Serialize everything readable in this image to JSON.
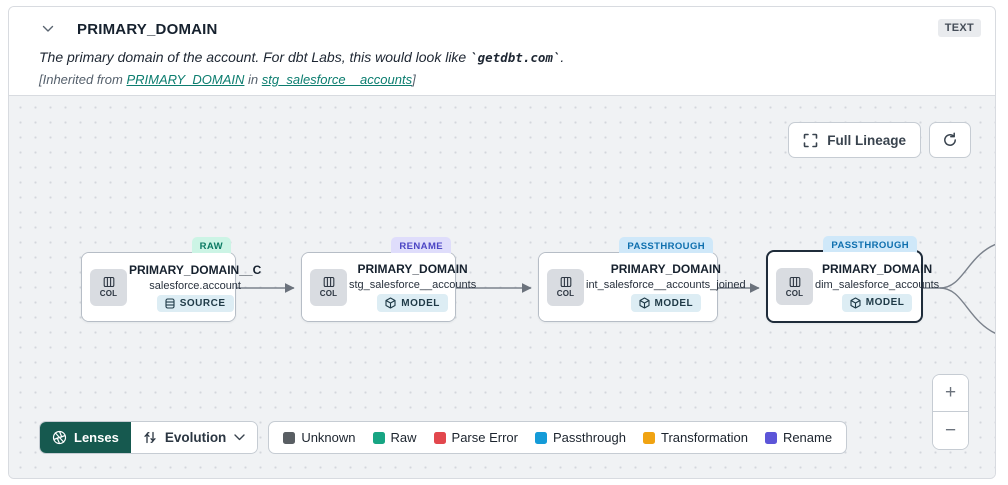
{
  "header": {
    "title": "PRIMARY_DOMAIN",
    "type_badge": "TEXT",
    "description_prefix": "The primary domain of the account. For dbt Labs, this would look like ",
    "description_code": "`getdbt.com`",
    "description_suffix": ".",
    "inherited_prefix": "[Inherited from ",
    "inherited_link_column": "PRIMARY_DOMAIN",
    "inherited_middle": " in ",
    "inherited_link_model": "stg_salesforce__accounts",
    "inherited_suffix": "]"
  },
  "toolbar": {
    "full_lineage_label": "Full Lineage"
  },
  "nodes": [
    {
      "title": "PRIMARY_DOMAIN__C",
      "subtitle": "salesforce.account",
      "resource_type": "SOURCE",
      "evolution": "RAW",
      "col_label": "COL",
      "selected": false
    },
    {
      "title": "PRIMARY_DOMAIN",
      "subtitle": "stg_salesforce__accounts",
      "resource_type": "MODEL",
      "evolution": "RENAME",
      "col_label": "COL",
      "selected": false
    },
    {
      "title": "PRIMARY_DOMAIN",
      "subtitle": "int_salesforce__accounts_joined",
      "resource_type": "MODEL",
      "evolution": "PASSTHROUGH",
      "col_label": "COL",
      "selected": false
    },
    {
      "title": "PRIMARY_DOMAIN",
      "subtitle": "dim_salesforce_accounts",
      "resource_type": "MODEL",
      "evolution": "PASSTHROUGH",
      "col_label": "COL",
      "selected": true
    }
  ],
  "evolution_colors": {
    "RAW": {
      "bg": "#ccf4e5",
      "text": "#0b7a63"
    },
    "RENAME": {
      "bg": "#dfddfb",
      "text": "#4b44c4"
    },
    "PASSTHROUGH": {
      "bg": "#cfe8f9",
      "text": "#0e6fae"
    }
  },
  "lenses": {
    "button_label": "Lenses",
    "selected_lens": "Evolution",
    "button_color": "#16594f"
  },
  "legend": {
    "items": [
      {
        "label": "Unknown",
        "color": "#595e63"
      },
      {
        "label": "Raw",
        "color": "#17a583"
      },
      {
        "label": "Parse Error",
        "color": "#e2474d"
      },
      {
        "label": "Passthrough",
        "color": "#149bd8"
      },
      {
        "label": "Transformation",
        "color": "#f0a312"
      },
      {
        "label": "Rename",
        "color": "#5c55d8"
      }
    ]
  },
  "zoom_controls": {
    "zoom_in": "+",
    "zoom_out": "−"
  }
}
